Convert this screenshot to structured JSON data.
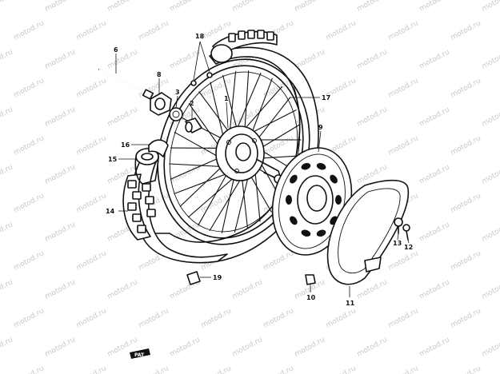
{
  "diagram": {
    "watermark_text": "motod.ru",
    "brand_mark": "PAT",
    "callouts": [
      {
        "id": "c18",
        "label": "18"
      },
      {
        "id": "c6",
        "label": "6"
      },
      {
        "id": "c8",
        "label": "8"
      },
      {
        "id": "c3",
        "label": "3"
      },
      {
        "id": "c2",
        "label": "2"
      },
      {
        "id": "c1",
        "label": "1"
      },
      {
        "id": "c17",
        "label": "17"
      },
      {
        "id": "c9",
        "label": "9"
      },
      {
        "id": "c16",
        "label": "16"
      },
      {
        "id": "c15",
        "label": "15"
      },
      {
        "id": "c14",
        "label": "14"
      },
      {
        "id": "c19",
        "label": "19"
      },
      {
        "id": "c10",
        "label": "10"
      },
      {
        "id": "c11",
        "label": "11"
      },
      {
        "id": "c13",
        "label": "13"
      },
      {
        "id": "c12",
        "label": "12"
      }
    ]
  }
}
